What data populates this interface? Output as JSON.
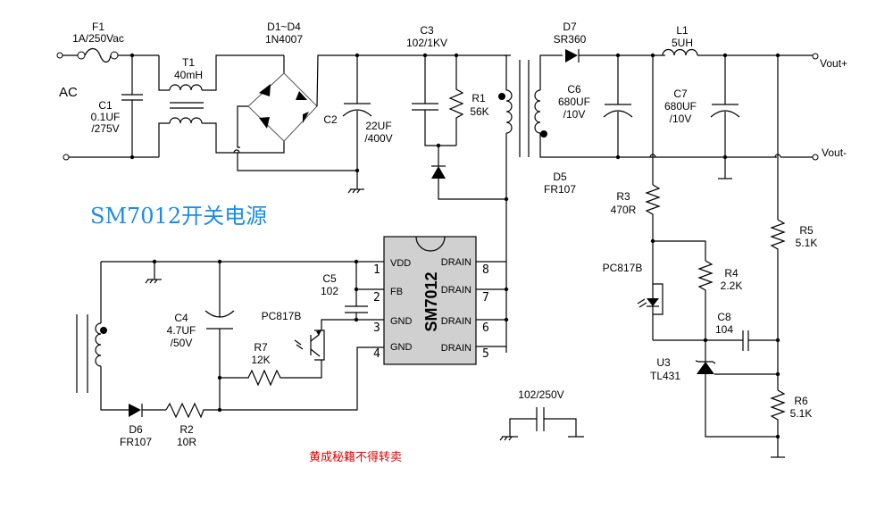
{
  "title": "SM7012开关电源",
  "watermark": "黄成秘籍不得转卖",
  "input_label": "AC",
  "outputs": {
    "positive": "Vout+",
    "negative": "Vout-"
  },
  "colors": {
    "title": "#1a8ce8",
    "watermark": "#e00000",
    "chip_fill": "#d0d0d0"
  },
  "components": {
    "F1": {
      "ref": "F1",
      "value": "1A/250Vac"
    },
    "T1": {
      "ref": "T1",
      "value": "40mH"
    },
    "C1": {
      "ref": "C1",
      "value": "0.1UF",
      "rating": "/275V"
    },
    "D1D4": {
      "ref": "D1~D4",
      "value": "1N4007"
    },
    "C2": {
      "ref": "C2",
      "value": "22UF",
      "rating": "/400V"
    },
    "C3": {
      "ref": "C3",
      "value": "102/1KV"
    },
    "R1": {
      "ref": "R1",
      "value": "56K"
    },
    "D5": {
      "ref": "D5",
      "value": "FR107"
    },
    "D7": {
      "ref": "D7",
      "value": "SR360"
    },
    "C6": {
      "ref": "C6",
      "value": "680UF",
      "rating": "/10V"
    },
    "L1": {
      "ref": "L1",
      "value": "5UH"
    },
    "C7": {
      "ref": "C7",
      "value": "680UF",
      "rating": "/10V"
    },
    "R3": {
      "ref": "R3",
      "value": "470R"
    },
    "R5": {
      "ref": "R5",
      "value": "5.1K"
    },
    "PC817B_led": {
      "ref": "PC817B"
    },
    "R4": {
      "ref": "R4",
      "value": "2.2K"
    },
    "C8": {
      "ref": "C8",
      "value": "104"
    },
    "U3": {
      "ref": "U3",
      "value": "TL431"
    },
    "R6": {
      "ref": "R6",
      "value": "5.1K"
    },
    "C4": {
      "ref": "C4",
      "value": "4.7UF",
      "rating": "/50V"
    },
    "C5": {
      "ref": "C5",
      "value": "102"
    },
    "PC817B_tr": {
      "ref": "PC817B"
    },
    "R7": {
      "ref": "R7",
      "value": "12K"
    },
    "D6": {
      "ref": "D6",
      "value": "FR107"
    },
    "R2": {
      "ref": "R2",
      "value": "10R"
    },
    "Cy": {
      "value": "102/250V"
    }
  },
  "ic": {
    "name": "SM7012",
    "pins": [
      {
        "num": "1",
        "name": "VDD"
      },
      {
        "num": "2",
        "name": "FB"
      },
      {
        "num": "3",
        "name": "GND"
      },
      {
        "num": "4",
        "name": "GND"
      },
      {
        "num": "5",
        "name": "DRAIN"
      },
      {
        "num": "6",
        "name": "DRAIN"
      },
      {
        "num": "7",
        "name": "DRAIN"
      },
      {
        "num": "8",
        "name": "DRAIN"
      }
    ]
  }
}
